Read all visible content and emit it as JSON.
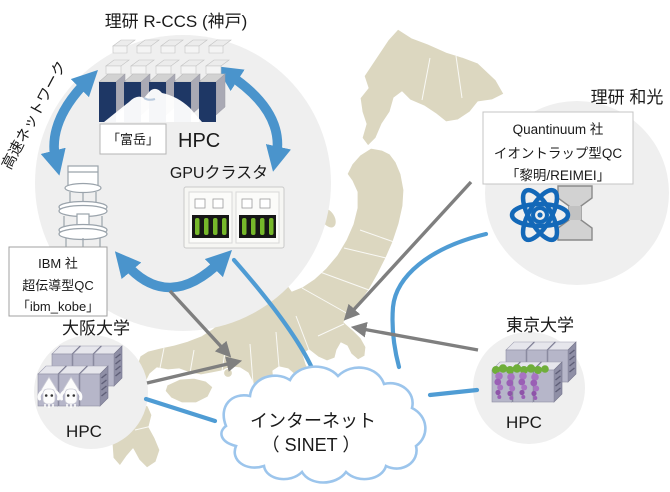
{
  "diagram": {
    "description": "Network diagram of quantum-HPC hybrid platform across Japan connected by SINET",
    "colors": {
      "hub_circle": "#efefef",
      "cycle_arrow_blue": "#4a94cc",
      "sinet_line_blue": "#4f9cd4",
      "cloud_border_blue": "#9cc5ec",
      "gray_arrow": "#7f7f7f",
      "map_fill": "#dcd7c0",
      "fugaku_navy": "#1e3765",
      "gpu_green": "#76b82a",
      "atom_blue": "#1368b8"
    }
  },
  "rccs": {
    "title": "理研 R-CCS (神戸)",
    "network_label": "高速ネットワーク",
    "fugaku_name": "「富岳」",
    "fugaku_type": "HPC",
    "gpu_label": "GPUクラスタ",
    "ibm_line1": "IBM 社",
    "ibm_line2": "超伝導型QC",
    "ibm_line3": "「ibm_kobe」"
  },
  "wako": {
    "title": "理研 和光",
    "line1": "Quantinuum 社",
    "line2": "イオントラップ型QC",
    "line3": "「黎明/REIMEI」"
  },
  "osaka": {
    "title": "大阪大学",
    "type": "HPC"
  },
  "tokyo": {
    "title": "東京大学",
    "type": "HPC"
  },
  "internet": {
    "line1": "インターネット",
    "line2": "（ SINET ）"
  }
}
